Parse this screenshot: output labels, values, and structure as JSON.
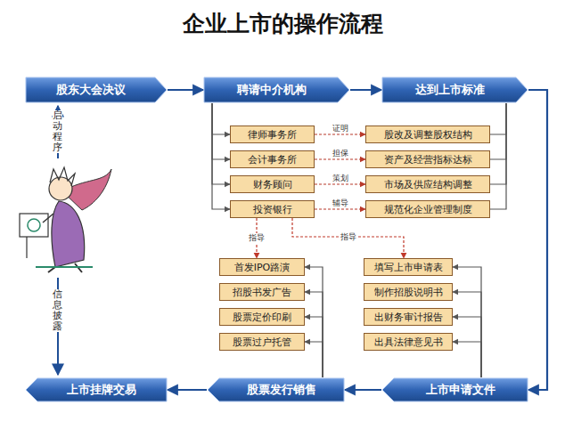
{
  "diagram": {
    "title": "企业上市的操作流程",
    "nodes": [
      {
        "text": [
          "股东大会决议"
        ]
      },
      {
        "text": [
          "聘请中介机构"
        ]
      },
      {
        "text": [
          "达到上市标准"
        ]
      },
      {
        "text": [
          "律师事务所"
        ]
      },
      {
        "text": [
          "股改及调整股权结构"
        ]
      },
      {
        "text": [
          "会计事务所"
        ]
      },
      {
        "text": [
          "资产及经营指标达标"
        ]
      },
      {
        "text": [
          "财务顾问"
        ]
      },
      {
        "text": [
          "市场及供应结构调整"
        ]
      },
      {
        "text": [
          "投资银行"
        ]
      },
      {
        "text": [
          "规范化企业管理制度"
        ]
      },
      {
        "text": [
          "首发IPO路演"
        ]
      },
      {
        "text": [
          "招股书发广告"
        ]
      },
      {
        "text": [
          "股票定价印刷"
        ]
      },
      {
        "text": [
          "股票过户托管"
        ]
      },
      {
        "text": [
          "填写上市申请表"
        ]
      },
      {
        "text": [
          "制作招股说明书"
        ]
      },
      {
        "text": [
          "出财务审计报告"
        ]
      },
      {
        "text": [
          "出具法律意见书"
        ]
      },
      {
        "text": [
          "上市挂牌交易"
        ]
      },
      {
        "text": [
          "股票发行销售"
        ]
      },
      {
        "text": [
          "上市申请文件"
        ]
      }
    ],
    "edges": [
      {
        "from": 0,
        "to": 1,
        "arrow": "to"
      },
      {
        "from": 1,
        "to": 2,
        "arrow": "to"
      },
      {
        "from": 1,
        "to": 3,
        "arrow": "to"
      },
      {
        "from": 1,
        "to": 5,
        "arrow": "to"
      },
      {
        "from": 1,
        "to": 7,
        "arrow": "to"
      },
      {
        "from": 1,
        "to": 9,
        "arrow": "to"
      },
      {
        "from": 3,
        "to": 4,
        "label": "证明",
        "arrow": "to"
      },
      {
        "from": 5,
        "to": 6,
        "label": "担保",
        "arrow": "to"
      },
      {
        "from": 7,
        "to": 8,
        "label": "策划",
        "arrow": "to"
      },
      {
        "from": 9,
        "to": 10,
        "label": "辅导",
        "arrow": "to"
      },
      {
        "from": 4,
        "to": 2,
        "arrow": "none"
      },
      {
        "from": 6,
        "to": 2,
        "arrow": "none"
      },
      {
        "from": 8,
        "to": 2,
        "arrow": "none"
      },
      {
        "from": 10,
        "to": 2,
        "arrow": "none"
      },
      {
        "from": 9,
        "to": 11,
        "label": "指导",
        "arrow": "to"
      },
      {
        "from": 9,
        "to": 15,
        "label": "指导",
        "arrow": "to"
      },
      {
        "from": 2,
        "to": 21,
        "arrow": "to"
      },
      {
        "from": 21,
        "to": 15,
        "arrow": "to"
      },
      {
        "from": 21,
        "to": 16,
        "arrow": "to"
      },
      {
        "from": 21,
        "to": 17,
        "arrow": "to"
      },
      {
        "from": 21,
        "to": 18,
        "arrow": "to"
      },
      {
        "from": 21,
        "to": 20,
        "arrow": "to"
      },
      {
        "from": 20,
        "to": 11,
        "arrow": "to"
      },
      {
        "from": 20,
        "to": 12,
        "arrow": "to"
      },
      {
        "from": 20,
        "to": 13,
        "arrow": "to"
      },
      {
        "from": 20,
        "to": 14,
        "arrow": "to"
      },
      {
        "from": 20,
        "to": 19,
        "arrow": "to"
      }
    ],
    "labels": [
      "启动程序",
      "信息披露"
    ]
  }
}
